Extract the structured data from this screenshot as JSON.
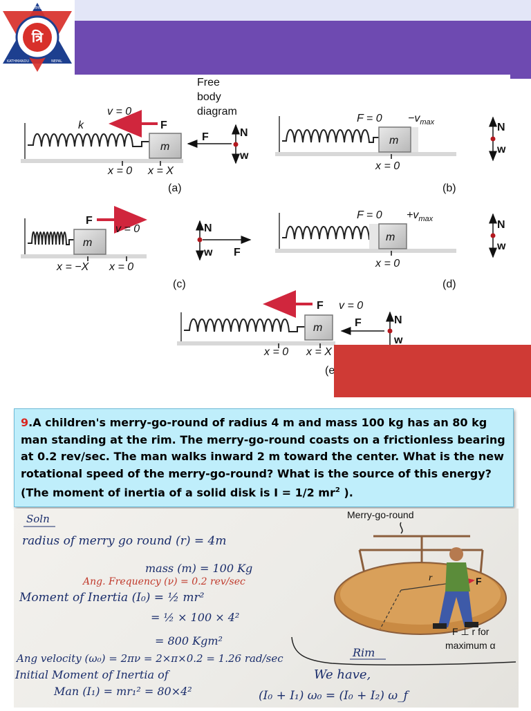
{
  "header": {
    "logo_alt_text_top": "त्रिभुवन विश्वविद्यालय",
    "logo_text_left": "KATHMANDU",
    "logo_text_right": "NEPAL"
  },
  "diagram": {
    "free_body_label_1": "Free",
    "free_body_label_2": "body",
    "free_body_label_3": "diagram",
    "panel_a": {
      "v": "v = 0",
      "k": "k",
      "F": "F",
      "m": "m",
      "x0": "x = 0",
      "xX": "x = X",
      "caption": "(a)",
      "fbd_F": "F",
      "fbd_N": "N",
      "fbd_w": "w"
    },
    "panel_b": {
      "F": "F = 0",
      "v": "−v",
      "v_sub": "max",
      "m": "m",
      "x0": "x = 0",
      "caption": "(b)",
      "fbd_N": "N",
      "fbd_w": "w"
    },
    "panel_c": {
      "F": "F",
      "v": "v = 0",
      "m": "m",
      "xneg": "x = −X",
      "x0": "x = 0",
      "caption": "(c)",
      "fbd_N": "N",
      "fbd_w": "w",
      "fbd_F": "F"
    },
    "panel_d": {
      "F": "F = 0",
      "v": "+v",
      "v_sub": "max",
      "m": "m",
      "x0": "x = 0",
      "caption": "(d)",
      "fbd_N": "N",
      "fbd_w": "w"
    },
    "panel_e": {
      "F": "F",
      "v": "v = 0",
      "m": "m",
      "x0": "x = 0",
      "xX": "x = X",
      "caption": "(e)",
      "fbd_F": "F",
      "fbd_N": "N",
      "fbd_w": "w"
    }
  },
  "question": {
    "number": "9",
    "text_before_sup": ".A children's merry-go-round of radius 4 m and mass 100 kg has an 80 kg man standing at the rim. The merry-go-round coasts on a frictionless bearing at 0.2 rev/sec. The man walks inward 2 m toward the center. What is the new rotational speed of the merry-go-round? What is the source of this energy? (The moment of inertia of a solid disk is I = 1/2 mr",
    "sup": "2",
    "text_after_sup": " )."
  },
  "notes": {
    "lines": [
      "Soln",
      "radius of merry go round (r) = 4m",
      "mass (m) = 100 Kg",
      "Ang. Frequency (ν) = 0.2 rev/sec",
      "Moment of Inertia (I₀) = ½ mr²",
      "= ½ × 100 × 4²",
      "= 800 Kgm²",
      "Ang velocity (ω₀) = 2πν = 2×π×0.2 = 1.26 rad/sec",
      "Initial Moment of Inertia of",
      "Man (I₁) = mr₁² = 80×4²",
      "Rim",
      "We have,",
      "(I₀ + I₁) ω₀ = (I₀ + I₂) ω_f"
    ],
    "figure_title": "Merry-go-round",
    "figure_caption_1": "F ⊥ r for",
    "figure_caption_2": "maximum α",
    "figure_r": "r",
    "figure_F": "F"
  }
}
